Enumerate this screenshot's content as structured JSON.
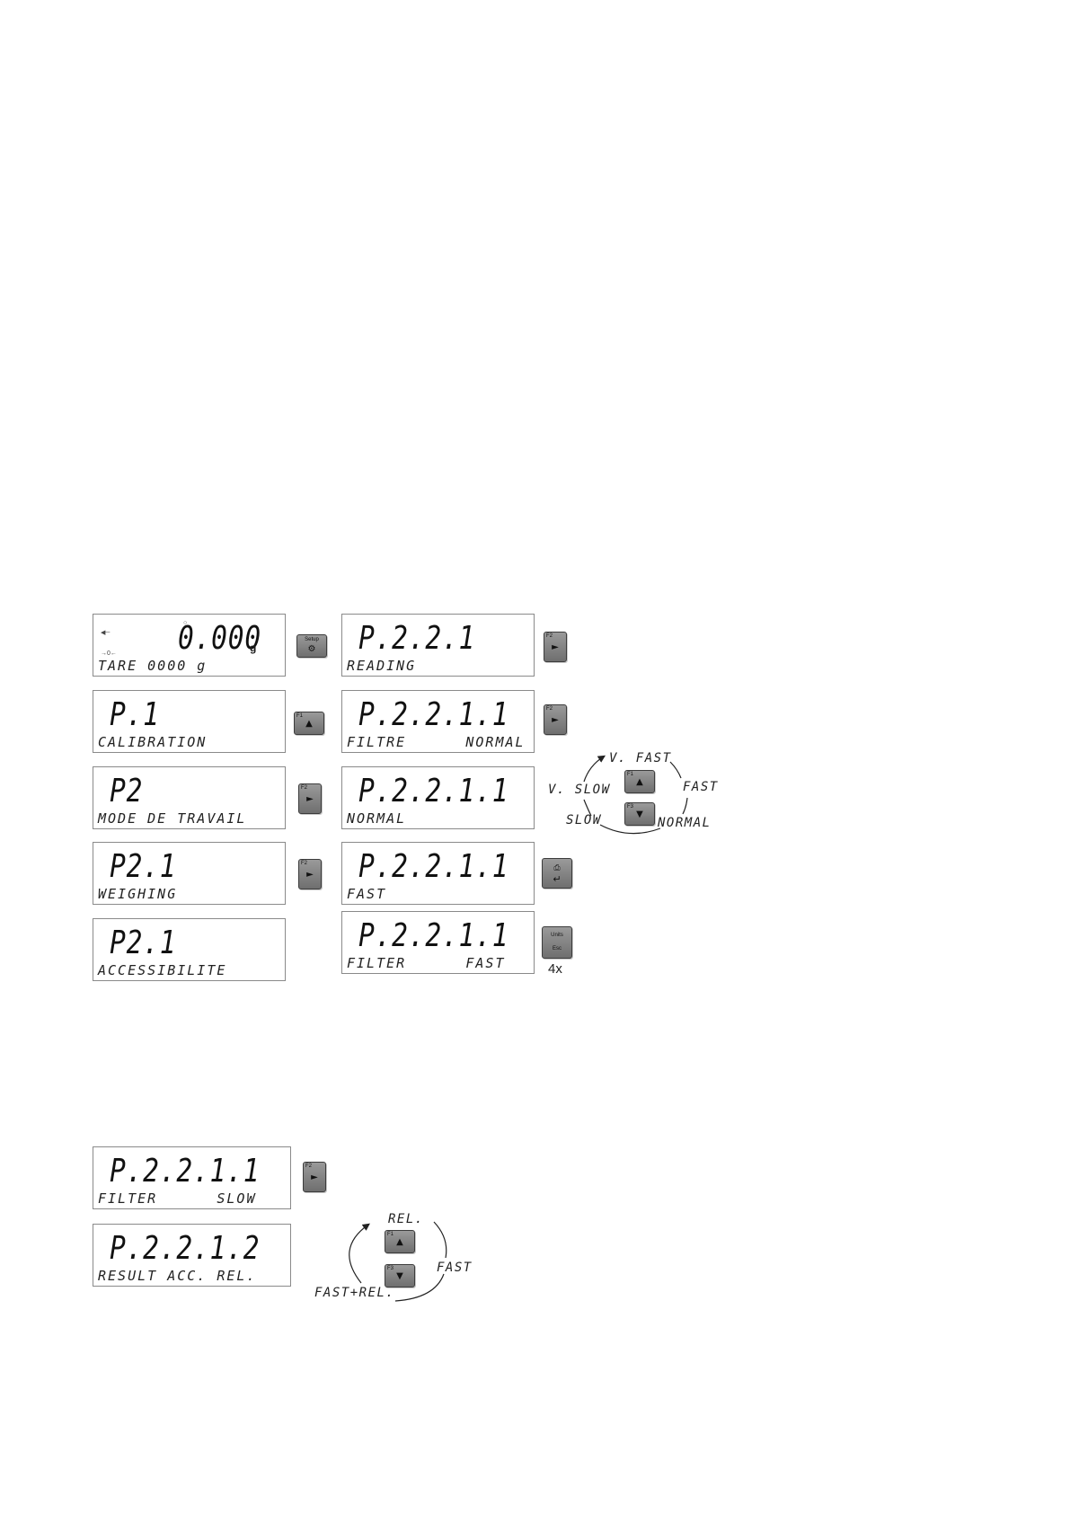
{
  "figure1": {
    "left_column": [
      {
        "big": "P.1",
        "small": "CALIBRATION"
      },
      {
        "big": "P2",
        "small": "MODE DE TRAVAIL"
      },
      {
        "big": "P2.1",
        "small": "WEIGHING"
      },
      {
        "big": "P2.1",
        "small": "ACCESSIBILITE"
      }
    ],
    "home_screen": {
      "weight": "0.000",
      "unit": "g",
      "small": "TARE 0000 g"
    },
    "right_column": [
      {
        "big": "P.2.2.1",
        "small": "READING"
      },
      {
        "big": "P.2.2.1.1",
        "small": "FILTRE      NORMAL"
      },
      {
        "big": "P.2.2.1.1",
        "small": "NORMAL"
      },
      {
        "big": "P.2.2.1.1",
        "small": "FAST"
      },
      {
        "big": "P.2.2.1.1",
        "small": "FILTER      FAST"
      }
    ],
    "keys": {
      "setup_top": "Setup",
      "f1": "F1",
      "f2": "F2",
      "f3": "F3",
      "units_top": "Units",
      "units_bottom": "Esc",
      "esc_count": "4x"
    },
    "cycle": {
      "v_fast": "V. FAST",
      "v_slow": "V. SLOW",
      "fast": "FAST",
      "slow": "SLOW",
      "normal": "NORMAL"
    }
  },
  "figure2": {
    "screens": [
      {
        "big": "P.2.2.1.1",
        "small": "FILTER      SLOW"
      },
      {
        "big": "P.2.2.1.2",
        "small": "RESULT ACC. REL."
      }
    ],
    "cycle": {
      "rel": "REL.",
      "fast": "FAST",
      "fast_rel": "FAST+REL."
    }
  },
  "icons": {
    "up": "up-arrow-icon",
    "down": "down-arrow-icon",
    "right": "right-arrow-icon",
    "enter": "enter-icon",
    "gear": "gear-icon"
  }
}
